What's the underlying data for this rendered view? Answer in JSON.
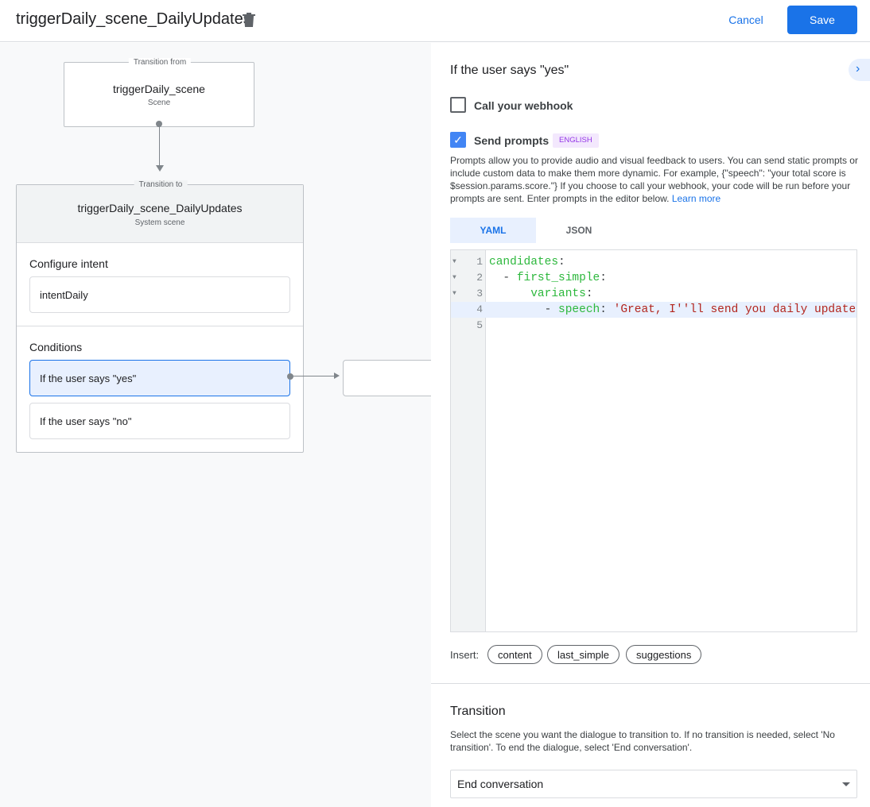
{
  "header": {
    "title": "triggerDaily_scene_DailyUpdates",
    "cancel": "Cancel",
    "save": "Save"
  },
  "canvas": {
    "from": {
      "caption": "Transition from",
      "name": "triggerDaily_scene",
      "type": "Scene"
    },
    "to": {
      "caption": "Transition to",
      "name": "triggerDaily_scene_DailyUpdates",
      "type": "System scene"
    },
    "intent_label": "Configure intent",
    "intent": "intentDaily",
    "conditions_label": "Conditions",
    "conditions": [
      "If the user says \"yes\"",
      "If the user says \"no\""
    ]
  },
  "panel": {
    "heading": "If the user says \"yes\"",
    "webhook": {
      "label": "Call your webhook",
      "checked": false
    },
    "prompts": {
      "label": "Send prompts",
      "checked": true,
      "badge": "ENGLISH"
    },
    "description": "Prompts allow you to provide audio and visual feedback to users. You can send static prompts or include custom data to make them more dynamic. For example, {\"speech\": \"your total score is $session.params.score.\"} If you choose to call your webhook, your code will be run before your prompts are sent. Enter prompts in the editor below.",
    "learn_more": "Learn more",
    "tabs": [
      "YAML",
      "JSON"
    ],
    "active_tab": "YAML",
    "code_lines": [
      {
        "n": "1",
        "indent": "",
        "dash": "",
        "key": "candidates",
        "val": ""
      },
      {
        "n": "2",
        "indent": "  ",
        "dash": "- ",
        "key": "first_simple",
        "val": ""
      },
      {
        "n": "3",
        "indent": "      ",
        "dash": "",
        "key": "variants",
        "val": ""
      },
      {
        "n": "4",
        "indent": "        ",
        "dash": "- ",
        "key": "speech",
        "val": "'Great, I''ll send you daily updates."
      },
      {
        "n": "5",
        "indent": "",
        "dash": "",
        "key": "",
        "val": ""
      }
    ],
    "insert_label": "Insert:",
    "insert_chips": [
      "content",
      "last_simple",
      "suggestions"
    ],
    "transition": {
      "heading": "Transition",
      "description": "Select the scene you want the dialogue to transition to. If no transition is needed, select 'No transition'. To end the dialogue, select 'End conversation'.",
      "selected": "End conversation"
    }
  }
}
